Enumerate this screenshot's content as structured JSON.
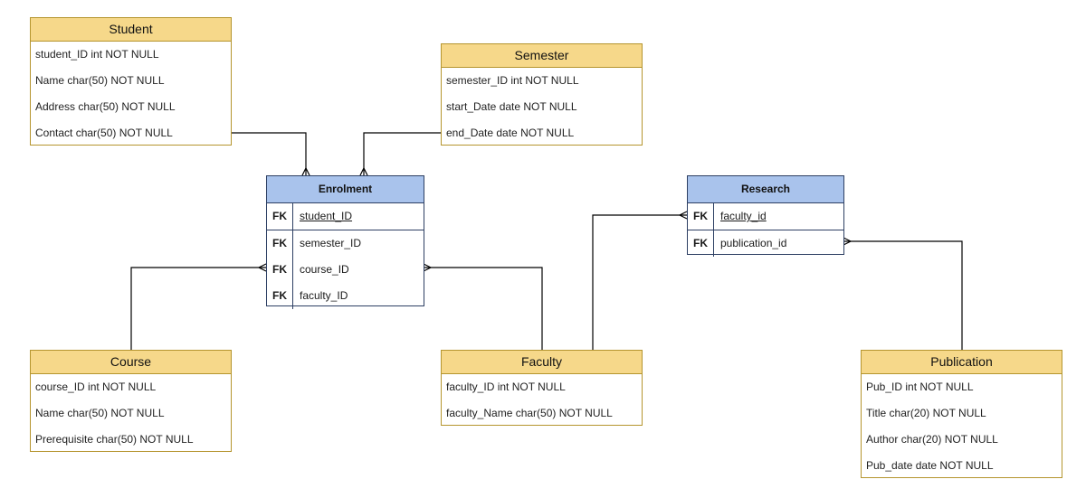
{
  "entities": {
    "student": {
      "title": "Student",
      "attrs": [
        "student_ID int NOT NULL",
        "Name char(50) NOT NULL",
        "Address char(50) NOT NULL",
        "Contact char(50) NOT NULL"
      ]
    },
    "semester": {
      "title": "Semester",
      "attrs": [
        "semester_ID int NOT NULL",
        "start_Date date NOT NULL",
        "end_Date date NOT NULL"
      ]
    },
    "course": {
      "title": "Course",
      "attrs": [
        "course_ID int NOT NULL",
        "Name char(50) NOT NULL",
        "Prerequisite char(50) NOT NULL"
      ]
    },
    "faculty": {
      "title": "Faculty",
      "attrs": [
        "faculty_ID int NOT NULL",
        "faculty_Name char(50) NOT NULL"
      ]
    },
    "publication": {
      "title": "Publication",
      "attrs": [
        "Pub_ID int NOT NULL",
        "Title char(20) NOT NULL",
        "Author char(20) NOT NULL",
        "Pub_date date NOT NULL"
      ]
    }
  },
  "tables": {
    "enrolment": {
      "title": "Enrolment",
      "rows": [
        {
          "key": "FK",
          "name": "student_ID"
        },
        {
          "key": "FK",
          "name": "semester_ID"
        },
        {
          "key": "FK",
          "name": "course_ID"
        },
        {
          "key": "FK",
          "name": "faculty_ID"
        }
      ]
    },
    "research": {
      "title": "Research",
      "rows": [
        {
          "key": "FK",
          "name": "faculty_id"
        },
        {
          "key": "FK",
          "name": "publication_id"
        }
      ]
    }
  },
  "relationships": [
    {
      "from": "Student",
      "to": "Enrolment",
      "end": "many"
    },
    {
      "from": "Semester",
      "to": "Enrolment",
      "end": "many"
    },
    {
      "from": "Course",
      "to": "Enrolment",
      "end": "many"
    },
    {
      "from": "Faculty",
      "to": "Enrolment",
      "end": "many"
    },
    {
      "from": "Faculty",
      "to": "Research",
      "end": "many"
    },
    {
      "from": "Publication",
      "to": "Research",
      "end": "many"
    }
  ],
  "colors": {
    "entity_header": "#f6d88a",
    "entity_border": "#b5952e",
    "table_header": "#a9c3ec",
    "table_border": "#2d3f63",
    "connector": "#000000"
  }
}
